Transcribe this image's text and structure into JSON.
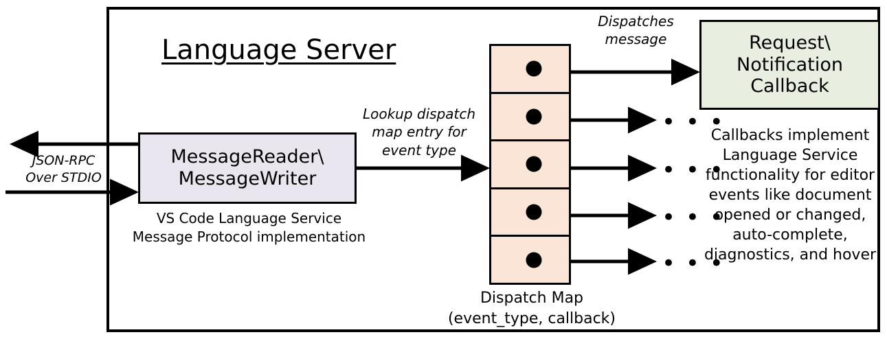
{
  "diagram": {
    "title": "Language Server",
    "boundary_name": "Language Server boundary"
  },
  "left_io": {
    "label_line1": "JSON-RPC",
    "label_line2": "Over STDIO",
    "label_full": "JSON-RPC Over STDIO"
  },
  "reader_node": {
    "title_line1": "MessageReader\\",
    "title_line2": "MessageWriter",
    "title_full": "MessageReader\\ MessageWriter",
    "caption_line1": "VS Code Language Service",
    "caption_line2": "Message Protocol implementation",
    "fill_color": "#eae6ef"
  },
  "lookup_edge": {
    "line1": "Lookup dispatch",
    "line2": "map entry for",
    "line3": "event type",
    "full": "Lookup dispatch map entry for event type"
  },
  "dispatch_map": {
    "caption_line1": "Dispatch Map",
    "caption_line2": "(event_type, callback)",
    "fill_color": "#fbe5d6",
    "row_count": 5,
    "rows": [
      {
        "index": 1,
        "marker": "callback-dot",
        "target": "Request\\Notification Callback"
      },
      {
        "index": 2,
        "marker": "callback-dot",
        "target": "..."
      },
      {
        "index": 3,
        "marker": "callback-dot",
        "target": "..."
      },
      {
        "index": 4,
        "marker": "callback-dot",
        "target": "..."
      },
      {
        "index": 5,
        "marker": "callback-dot",
        "target": "..."
      }
    ]
  },
  "dispatch_edge": {
    "line1": "Dispatches",
    "line2": "message",
    "full": "Dispatches message"
  },
  "callback_node": {
    "title_line1": "Request\\",
    "title_line2": "Notification",
    "title_line3": "Callback",
    "title_full": "Request\\ Notification Callback",
    "fill_color": "#e8efe0",
    "caption": "Callbacks implement Language Service functionality for editor events like document opened or changed, auto-complete, diagnostics, and hover"
  },
  "ellipsis": {
    "glyph": "• • •",
    "text": "..."
  },
  "colors": {
    "stroke": "#000000",
    "background": "#ffffff"
  }
}
